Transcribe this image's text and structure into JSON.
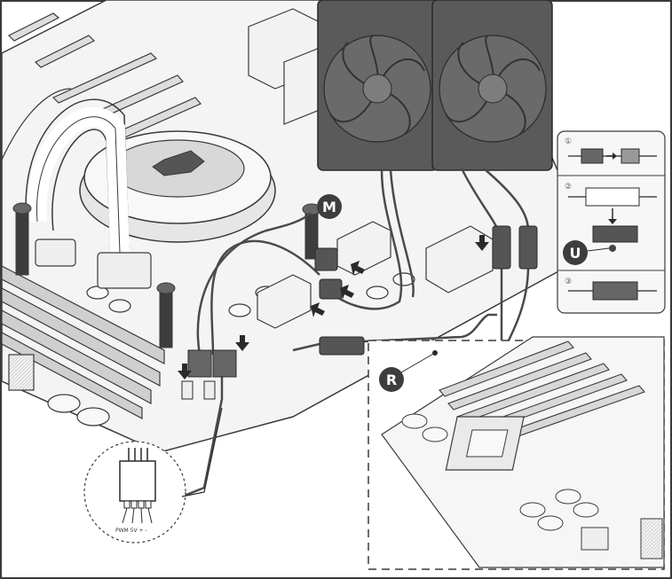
{
  "callouts": {
    "m": "M",
    "u": "U",
    "r": "R"
  },
  "inset_steps": [
    "①",
    "②",
    "③"
  ],
  "connector_pin_labels": "PWM  5V  +  -",
  "colors": {
    "line": "#3a3a3a",
    "board": "#efefef",
    "fan_frame": "#5a5a5a",
    "fan_blade": "#7d7d7d",
    "badge": "#3d3d3d"
  }
}
